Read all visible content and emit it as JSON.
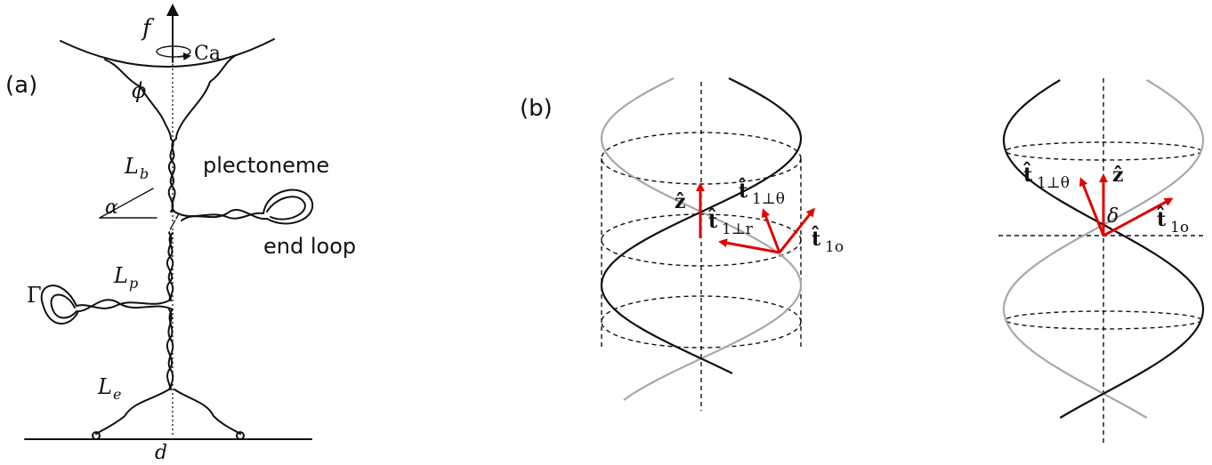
{
  "panel_a": {
    "label": "(a)",
    "force_label": "f",
    "rotation_label": "Ca",
    "angle_phi": "ϕ",
    "length_b": {
      "main": "L",
      "sub": "b"
    },
    "length_p": {
      "main": "L",
      "sub": "p"
    },
    "length_e": {
      "main": "L",
      "sub": "e"
    },
    "alpha": "α",
    "gamma": "Γ",
    "plectoneme_text": "plectoneme",
    "end_loop_text": "end loop",
    "distance": "d"
  },
  "panel_b": {
    "label": "(b)",
    "left": {
      "z_vec": "ẑ",
      "t_theta": {
        "main": "t̂",
        "sub": "1⊥θ"
      },
      "t_r": {
        "main": "t̂",
        "sub": "1⊥r"
      },
      "t_o": {
        "main": "t̂",
        "sub": "1o"
      }
    },
    "right": {
      "t_theta": {
        "main": "t̂",
        "sub": "1⊥θ"
      },
      "z_vec": "ẑ",
      "delta": "δ",
      "t_o": {
        "main": "t̂",
        "sub": "1o"
      }
    }
  },
  "colors": {
    "vector": "#e00000",
    "strand_dark": "#111111",
    "strand_grey": "#a8a8a8"
  }
}
